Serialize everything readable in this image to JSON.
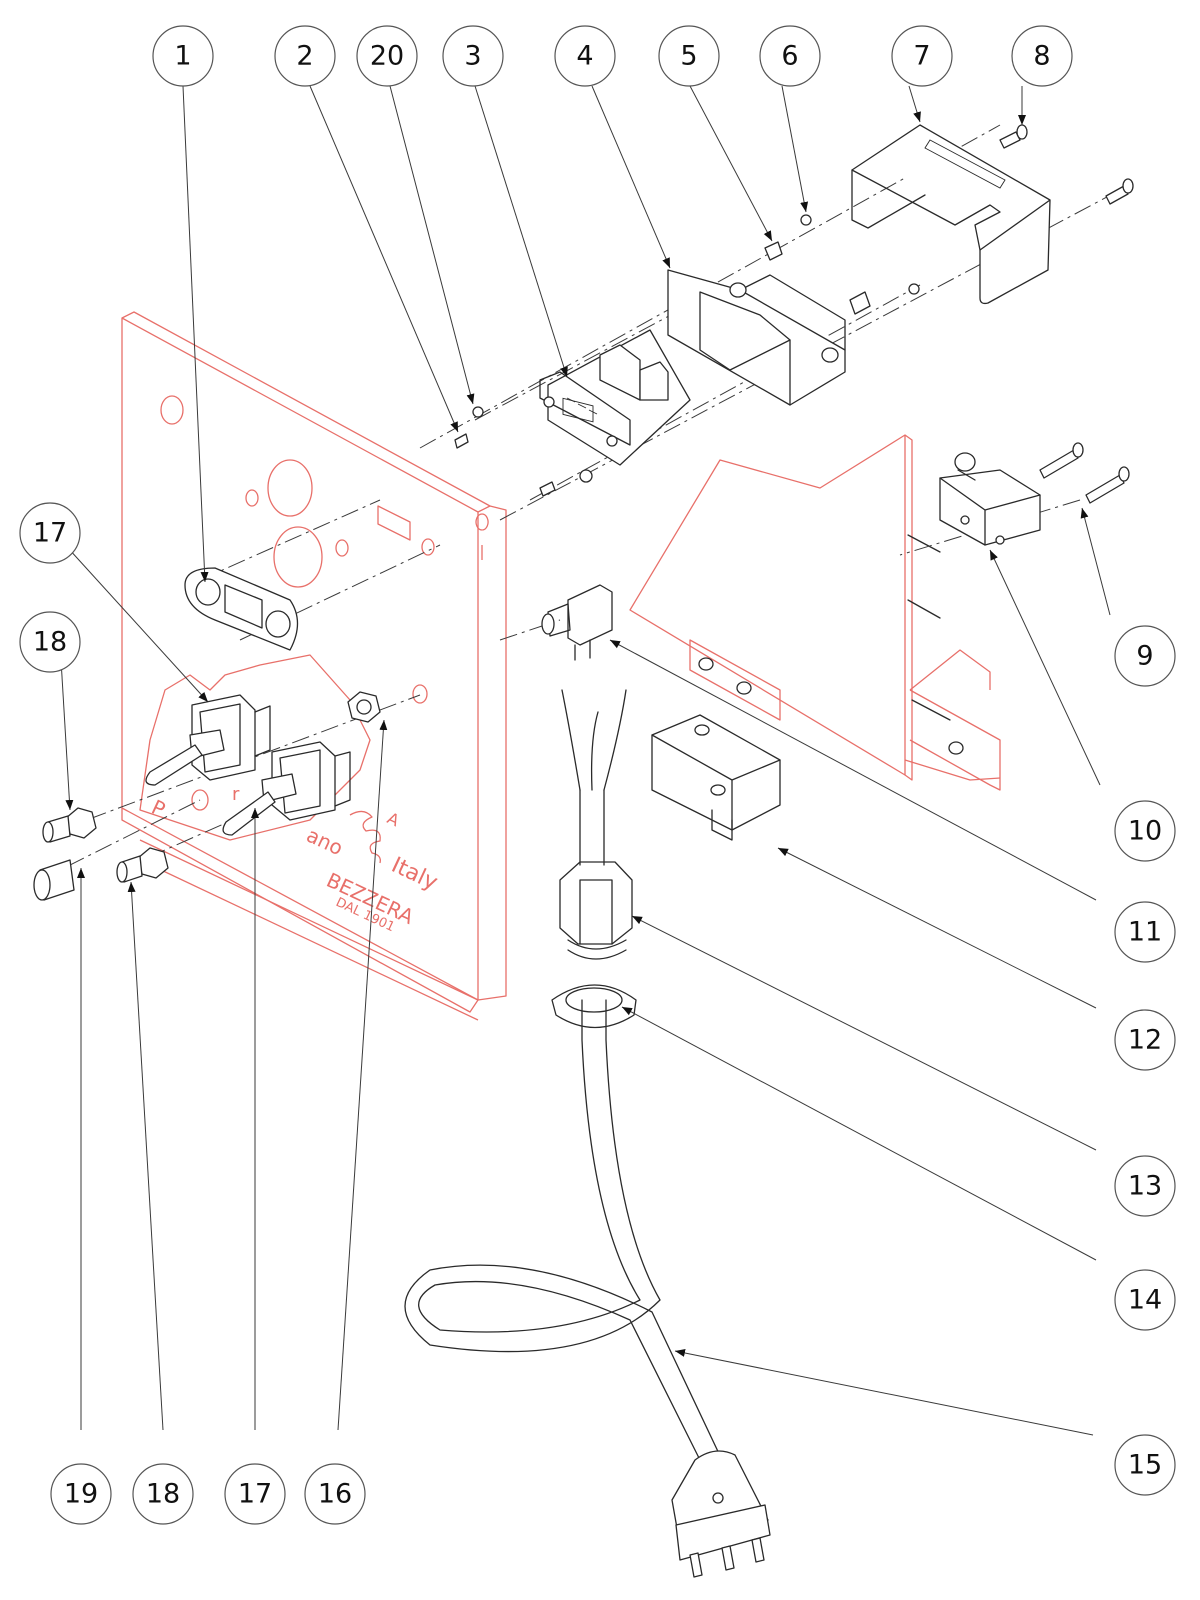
{
  "diagram": {
    "title": "Exploded view – electrical control panel assembly",
    "accent_colors": {
      "panel_outline": "#e8706a",
      "part_ink": "#2a2a2a",
      "balloon_stroke": "#555555"
    },
    "panel_markings": {
      "brand": "BEZZERA",
      "since": "DAL 1901",
      "country": "Italy",
      "city_fragment": "ano",
      "symbol_p": "P",
      "symbol_c": "r",
      "symbol_a": "A"
    },
    "callouts": [
      {
        "id": "c1",
        "label": "1",
        "part": "Display keypad overlay"
      },
      {
        "id": "c2",
        "label": "2",
        "part": "Screw"
      },
      {
        "id": "c20",
        "label": "20",
        "part": "Nut"
      },
      {
        "id": "c3",
        "label": "3",
        "part": "Electronic control board"
      },
      {
        "id": "c4",
        "label": "4",
        "part": "Board bracket"
      },
      {
        "id": "c5",
        "label": "5",
        "part": "Spacer"
      },
      {
        "id": "c6",
        "label": "6",
        "part": "Nut"
      },
      {
        "id": "c7",
        "label": "7",
        "part": "Cover"
      },
      {
        "id": "c8",
        "label": "8",
        "part": "Screw"
      },
      {
        "id": "c9",
        "label": "9",
        "part": "Screw"
      },
      {
        "id": "c10",
        "label": "10",
        "part": "Microswitch"
      },
      {
        "id": "c11",
        "label": "11",
        "part": "Pressure switch"
      },
      {
        "id": "c12",
        "label": "12",
        "part": "Terminal block"
      },
      {
        "id": "c13",
        "label": "13",
        "part": "Cable gland"
      },
      {
        "id": "c14",
        "label": "14",
        "part": "Gland nut"
      },
      {
        "id": "c15",
        "label": "15",
        "part": "Power cord with plug"
      },
      {
        "id": "c16",
        "label": "16",
        "part": "Nut"
      },
      {
        "id": "c17a",
        "label": "17",
        "part": "Toggle switch"
      },
      {
        "id": "c17b",
        "label": "17",
        "part": "Toggle switch"
      },
      {
        "id": "c18a",
        "label": "18",
        "part": "Indicator lamp"
      },
      {
        "id": "c18b",
        "label": "18",
        "part": "Indicator lamp"
      },
      {
        "id": "c19",
        "label": "19",
        "part": "Lamp holder"
      }
    ]
  }
}
